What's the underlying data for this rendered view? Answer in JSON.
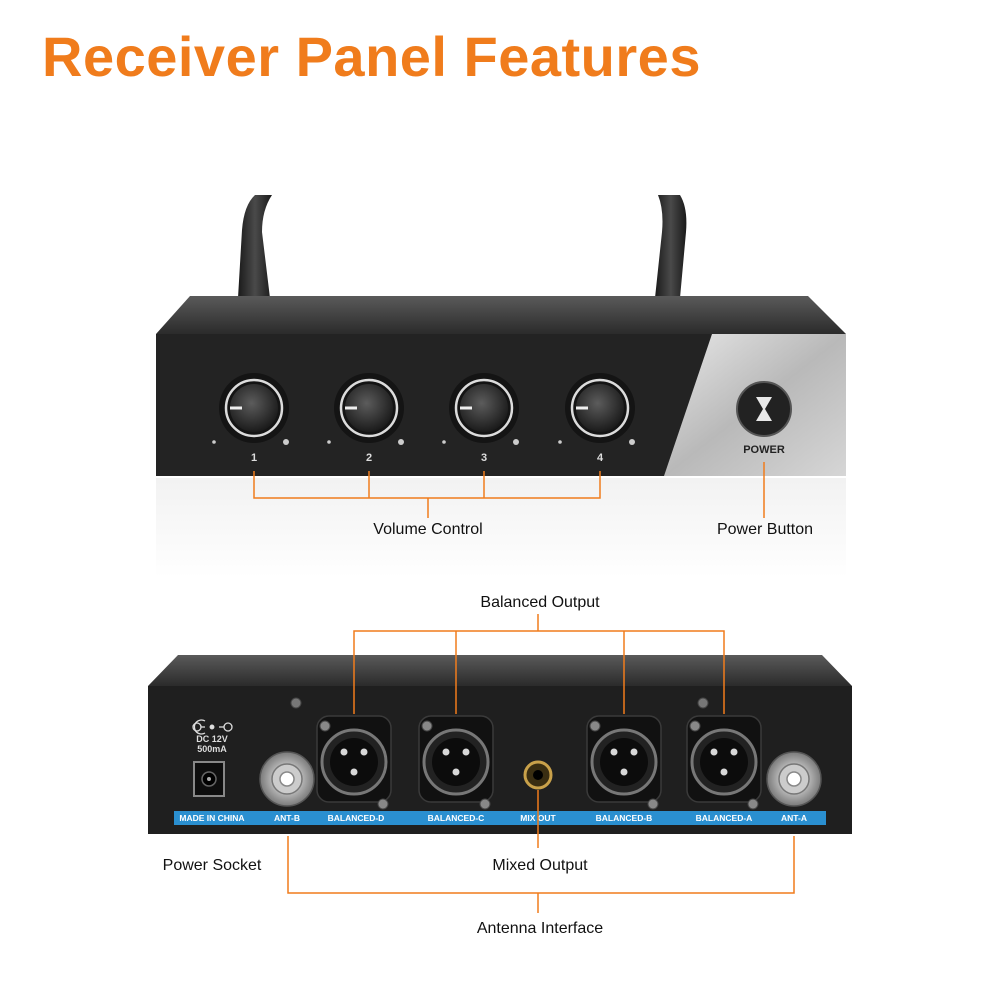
{
  "title": "Receiver Panel Features",
  "front": {
    "knob_numbers": [
      "1",
      "2",
      "3",
      "4"
    ],
    "power_text": "POWER"
  },
  "rear": {
    "dc_rating_1": "DC 12V",
    "dc_rating_2": "500mA",
    "strip_labels": [
      "MADE IN CHINA",
      "ANT-B",
      "BALANCED-D",
      "BALANCED-C",
      "MIX OUT",
      "BALANCED-B",
      "BALANCED-A",
      "ANT-A"
    ]
  },
  "callouts": {
    "volume_control": "Volume Control",
    "power_button": "Power Button",
    "balanced_output": "Balanced Output",
    "power_socket": "Power Socket",
    "mixed_output": "Mixed Output",
    "antenna_interface": "Antenna Interface"
  },
  "colors": {
    "accent": "#f07c1c",
    "strip": "#2a8fd0"
  }
}
